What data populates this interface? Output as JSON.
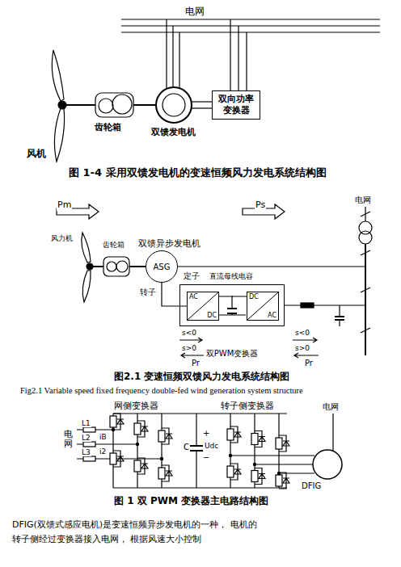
{
  "diagram": {
    "nodes": [
      {
        "text": [
          "双向功率变换器"
        ]
      },
      {
        "text": [
          "ASG"
        ]
      },
      {
        "text": [
          "双PWM变换器"
        ]
      },
      {
        "text": [
          "AC",
          "DC"
        ],
        "in": 2
      },
      {
        "text": [
          "DC",
          "AC"
        ],
        "in": 2
      }
    ],
    "edges": [
      {
        "from": 1,
        "to": 3,
        "arrow": "none"
      },
      {
        "from": 3,
        "to": 4,
        "arrow": "none"
      }
    ],
    "labels": [
      "电网",
      "风机",
      "齿轮箱",
      "双馈发电机",
      "图 1-4 采用双馈发电机的变速恒频风力发电系统结构图",
      "电网",
      "Pm",
      "Ps",
      "风力机",
      "齿轮箱",
      "双馈异步发电机",
      "定子",
      "转子",
      "直流母线电容",
      "s<0",
      "s>0",
      "Pr",
      "s<0",
      "s>0",
      "Pr",
      "图2.1 变速恒频双馈风力发电系统结构图",
      "Fig2.1 Variable speed fixed frequency double-fed wind generation system structure",
      "网侧变换器",
      "转子侧变换器",
      "电网",
      "L1",
      "L2",
      "L3",
      "iB",
      "i2",
      "C",
      "+",
      "Udc",
      "−",
      "电网",
      "DFIG",
      "图 1 双 PWM 变换器主电路结构图",
      "DFIG(双馈式感应电机)是变速恒频异步发电机的一种， 电机的",
      "转子侧经过变换器接入电网， 根据风速大小控制"
    ]
  }
}
